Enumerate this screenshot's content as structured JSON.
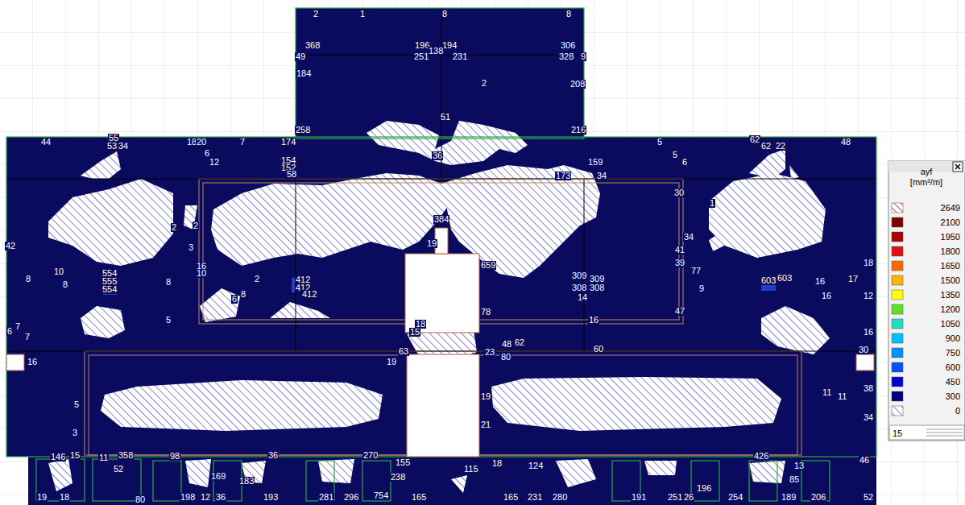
{
  "diagram": {
    "labels": [
      "2",
      "1",
      "8",
      "8",
      "368",
      "196",
      "194",
      "306",
      "49",
      "251",
      "138",
      "231",
      "328",
      "9",
      "184",
      "2",
      "208",
      "51",
      "258",
      "216",
      "36",
      "44",
      "55",
      "53",
      "34",
      "18",
      "20",
      "7",
      "174",
      "5",
      "62",
      "62",
      "22",
      "48",
      "6",
      "12",
      "154",
      "152",
      "58",
      "6",
      "5",
      "159",
      "173",
      "34",
      "30",
      "1",
      "2",
      "2",
      "3",
      "2",
      "10",
      "42",
      "8",
      "8",
      "8",
      "16",
      "10",
      "554",
      "555",
      "554",
      "412",
      "412",
      "412",
      "8",
      "6",
      "5",
      "384",
      "19",
      "659",
      "78",
      "309",
      "308",
      "309",
      "308",
      "14",
      "16",
      "34",
      "41",
      "39",
      "77",
      "9",
      "47",
      "603",
      "603",
      "16",
      "16",
      "17",
      "18",
      "12",
      "16",
      "30",
      "6",
      "7",
      "7",
      "16",
      "5",
      "3",
      "18",
      "15",
      "63",
      "19",
      "23",
      "80",
      "48",
      "62",
      "60",
      "19",
      "21",
      "11",
      "11",
      "38",
      "34",
      "146",
      "15",
      "11",
      "358",
      "98",
      "36",
      "270",
      "155",
      "18",
      "115",
      "124",
      "426",
      "46",
      "52",
      "169",
      "183",
      "238",
      "196",
      "85",
      "13",
      "19",
      "18",
      "80",
      "198",
      "12",
      "36",
      "193",
      "281",
      "296",
      "754",
      "165",
      "165",
      "231",
      "280",
      "191",
      "251",
      "26",
      "254",
      "189",
      "206",
      "52",
      "ayf",
      "[mm²/m]",
      "15"
    ],
    "legend": [
      {
        "text": "2649"
      },
      {
        "text": "2100",
        "color": "#800000"
      },
      {
        "text": "1950",
        "color": "#b00000"
      },
      {
        "text": "1800",
        "color": "#e01010"
      },
      {
        "text": "1650",
        "color": "#ff6a00"
      },
      {
        "text": "1500",
        "color": "#ffb400"
      },
      {
        "text": "1350",
        "color": "#ffff00"
      },
      {
        "text": "1200",
        "color": "#5ee020"
      },
      {
        "text": "1050",
        "color": "#20e0c0"
      },
      {
        "text": "900",
        "color": "#00c0ff"
      },
      {
        "text": "750",
        "color": "#0090ff"
      },
      {
        "text": "600",
        "color": "#0050ff"
      },
      {
        "text": "450",
        "color": "#0000d0"
      },
      {
        "text": "300",
        "color": "#000080"
      },
      {
        "text": "0"
      }
    ]
  }
}
